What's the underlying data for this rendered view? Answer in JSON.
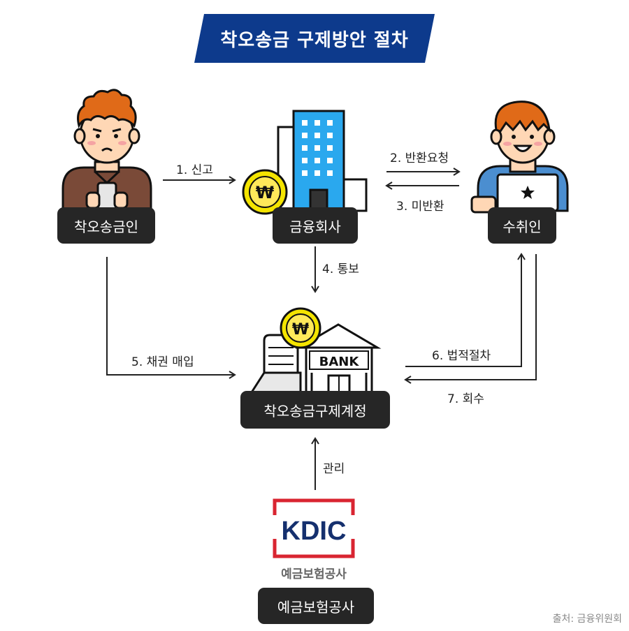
{
  "title": "착오송금 구제방안 절차",
  "nodes": {
    "sender": "착오송금인",
    "financial_company": "금융회사",
    "recipient": "수취인",
    "relief_account": "착오송금구제계정",
    "kdic": "예금보험공사"
  },
  "flows": {
    "report": "1. 신고",
    "return_request": "2. 반환요청",
    "not_returned": "3. 미반환",
    "notice": "4. 통보",
    "bond_purchase": "5. 채권 매입",
    "legal_procedure": "6. 법적절차",
    "recovery": "7. 회수",
    "management": "관리"
  },
  "logo": {
    "text": "KDIC",
    "subtitle": "예금보험공사"
  },
  "bank_sign": "BANK",
  "won_symbol": "₩",
  "source": "출처: 금융위원회",
  "colors": {
    "title_bg": "#0d3a8c",
    "pill_bg": "#262626",
    "kdic_red": "#d92531",
    "kdic_navy": "#15306e",
    "building_blue": "#2aa8ee",
    "coin_yellow": "#f4e400",
    "hair_orange": "#e06a18",
    "shirt_brown": "#7a4a38",
    "shirt_blue": "#4b8ed0"
  }
}
